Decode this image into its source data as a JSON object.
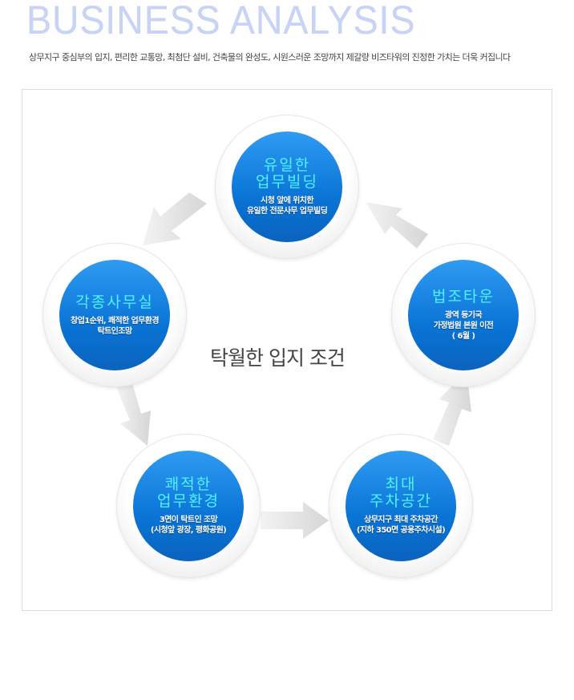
{
  "header": {
    "title": "BUSINESS ANALYSIS",
    "subtitle": "상무지구 중심부의 입지, 편리한 교통망, 최첨단 설비, 건축물의 완성도, 시원스러운 조망까지 제갈량 비즈타워의 진정한 가치는 더욱 커집니다"
  },
  "diagram": {
    "center_label": "탁월한 입지 조건",
    "nodes": [
      {
        "title": "유일한\n업무빌딩",
        "desc": "시청 앞에 위치한\n유일한 전문사무 업무빌딩"
      },
      {
        "title": "법조타운",
        "desc": "광역 등기국\n가정법원 본원 이전\n( 6월 )"
      },
      {
        "title": "최대\n주차공간",
        "desc": "상무지구 최대 주차공간\n(지하 350면 공용주차시설)"
      },
      {
        "title": "쾌적한\n업무환경",
        "desc": "3면이 탁트인 조망\n(시청앞 광장, 평화공원)"
      },
      {
        "title": "각종사무실",
        "desc": "창업1순위, 쾌적한 업무환경\n탁트인조망"
      }
    ]
  }
}
